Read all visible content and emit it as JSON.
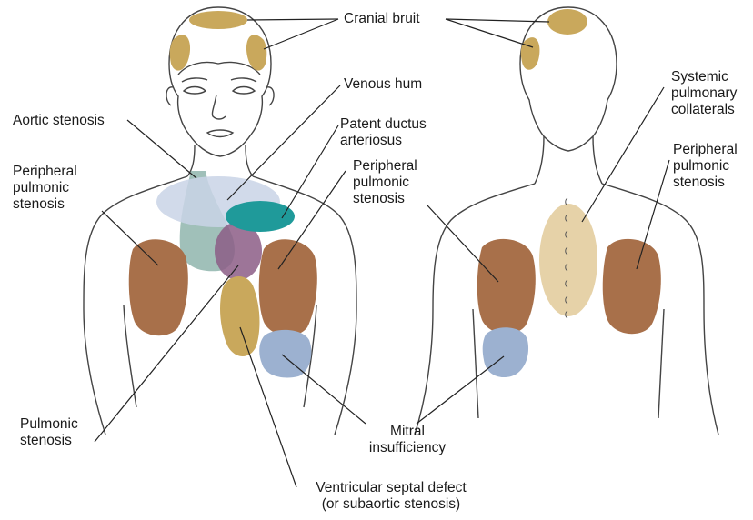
{
  "labels": {
    "cranial_bruit": "Cranial bruit",
    "venous_hum": "Venous hum",
    "aortic_stenosis": "Aortic stenosis",
    "patent_ductus": "Patent ductus\narteriosus",
    "peripheral_pulmonic_left": "Peripheral\npulmonic\nstenosis",
    "peripheral_pulmonic_center": "Peripheral\npulmonic\nstenosis",
    "peripheral_pulmonic_right": "Peripheral\npulmonic\nstenosis",
    "systemic_collaterals": "Systemic\npulmonary\ncollaterals",
    "pulmonic_stenosis": "Pulmonic\nstenosis",
    "mitral_insufficiency": "Mitral\ninsufficiency",
    "vsd": "Ventricular septal defect\n(or subaortic stenosis)"
  },
  "colors": {
    "cranial": "#c9a85c",
    "venous_hum": "#c9d3e6",
    "aortic": "#8fb5ad",
    "ductus": "#1f9a9a",
    "pulmonic": "#8c5d86",
    "vsd": "#c9a85c",
    "peripheral": "#a8704a",
    "mitral": "#9cb1d0",
    "collateral": "#e6d2a8",
    "outline": "#444444",
    "leader": "#222222"
  }
}
